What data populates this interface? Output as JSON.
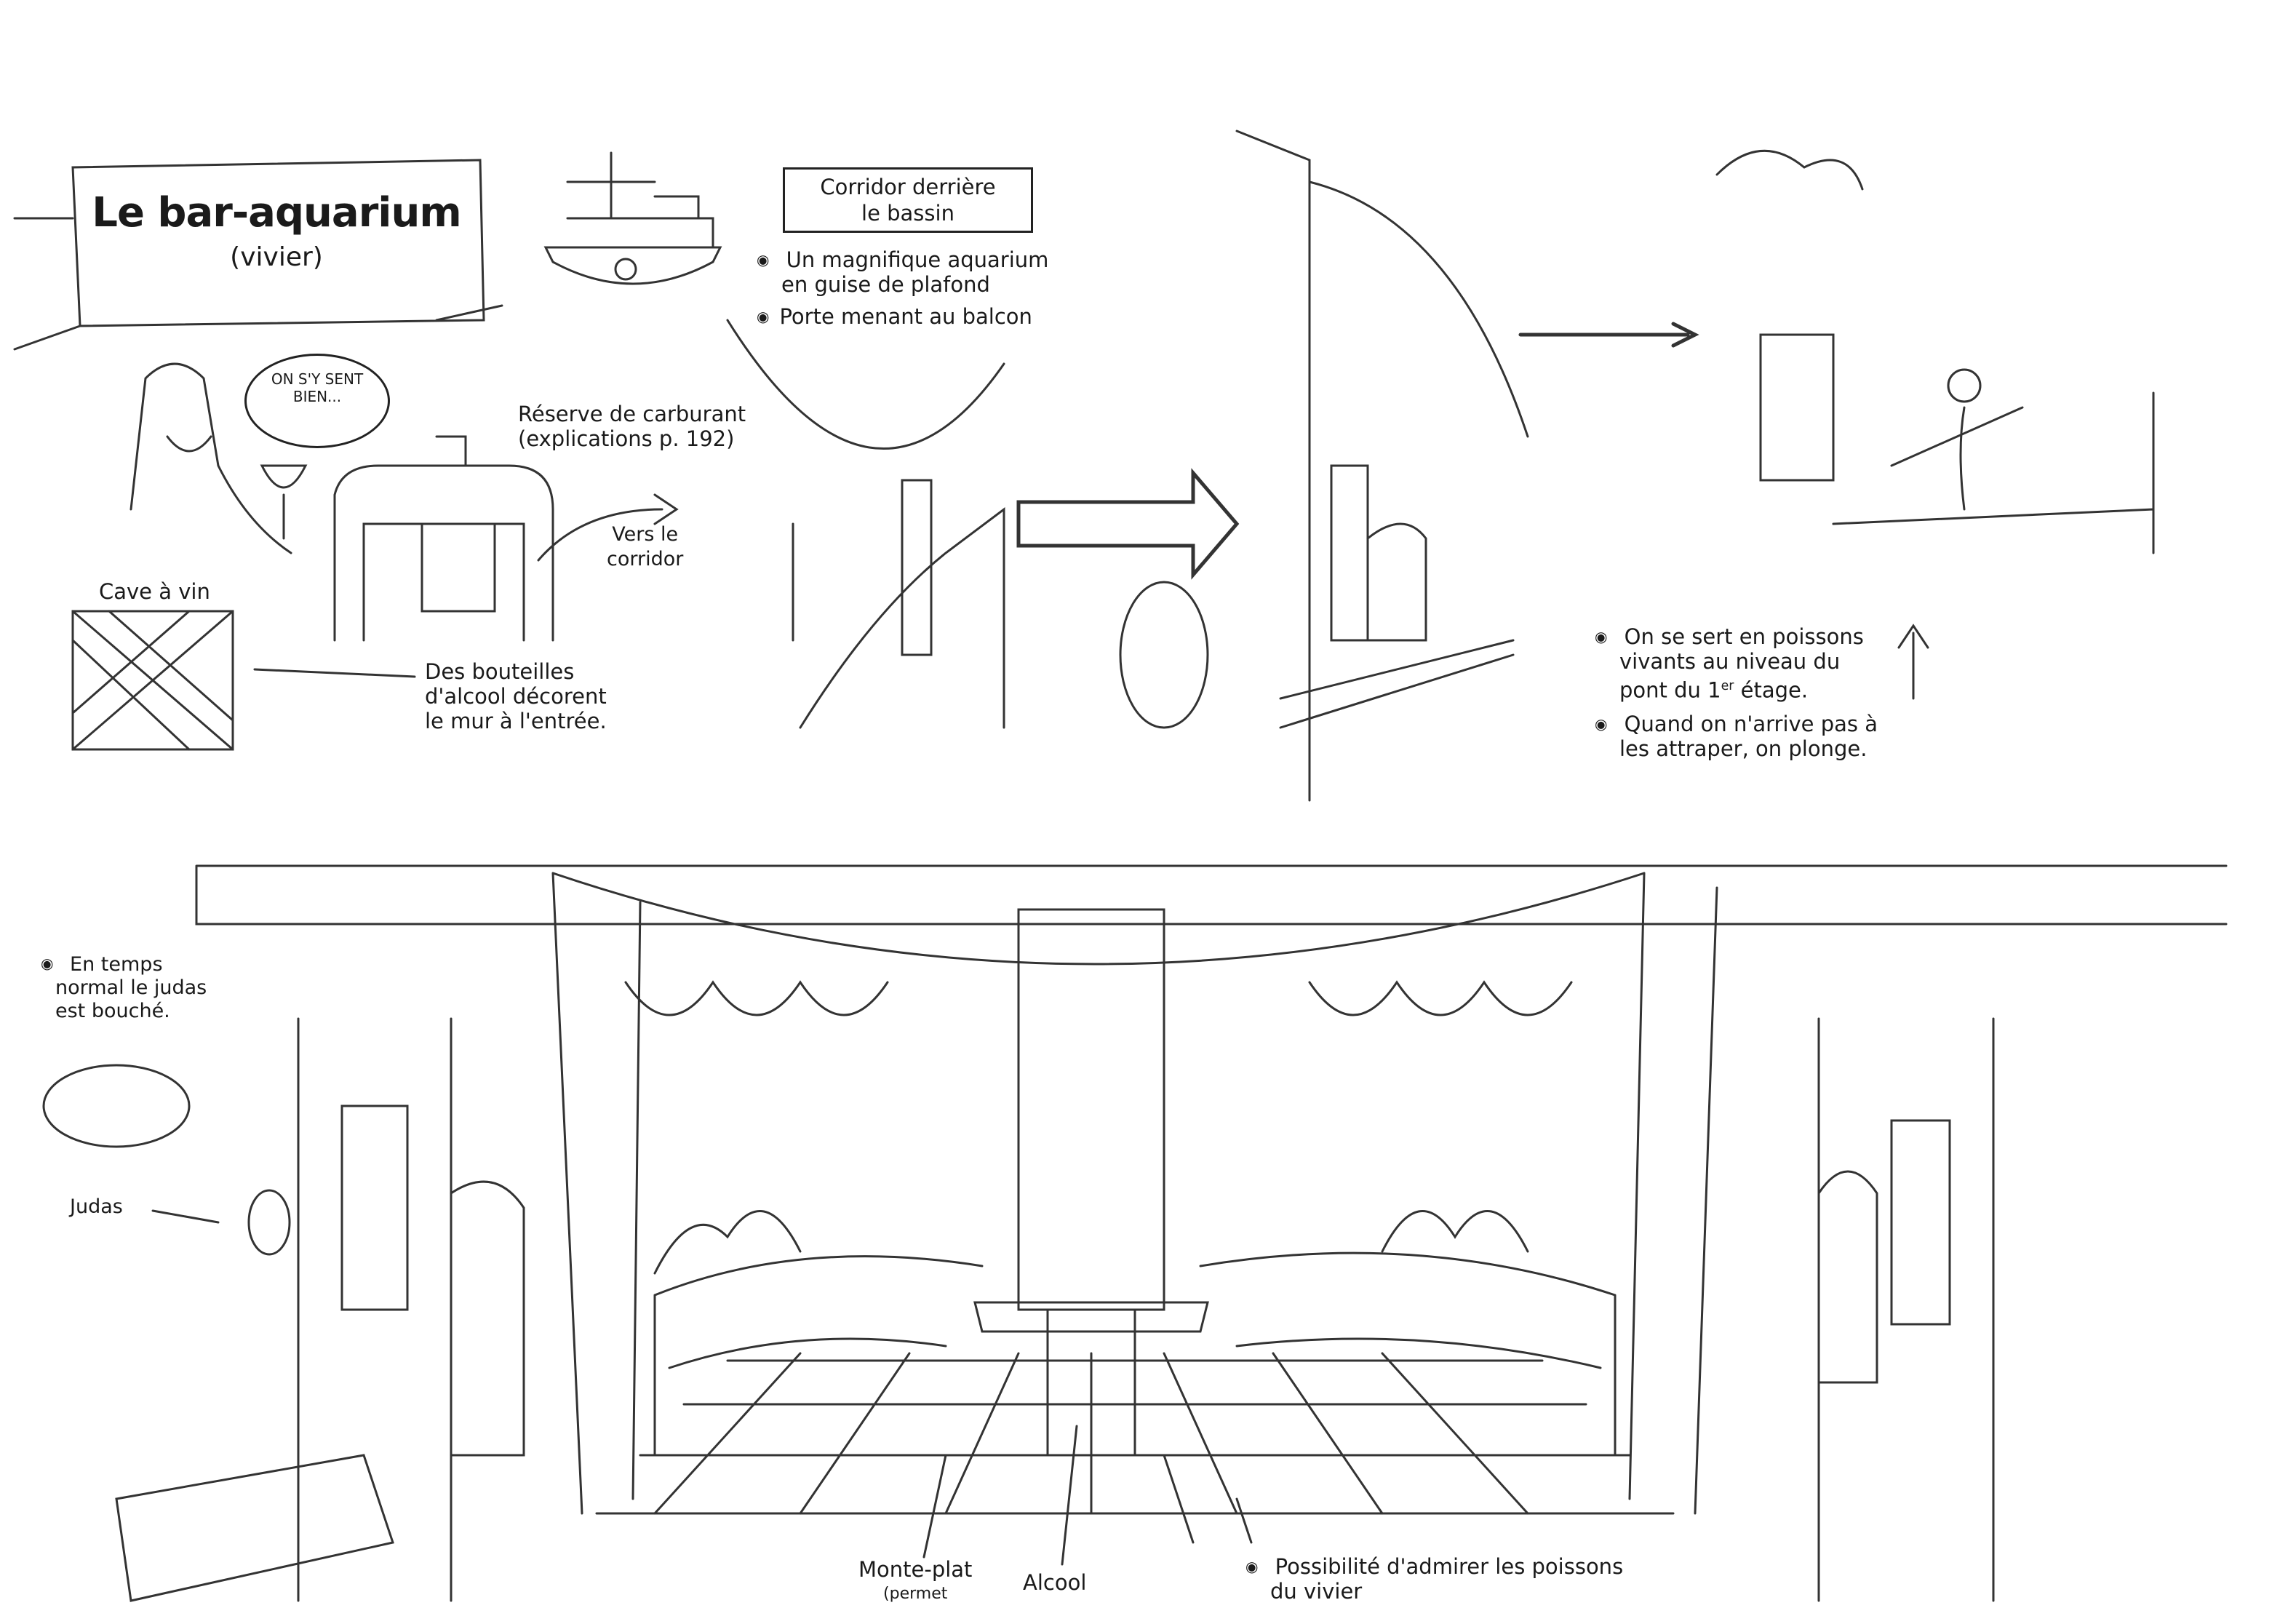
{
  "title": {
    "main": "Le bar-aquarium",
    "sub": "(vivier)"
  },
  "speech_bubble": "ON S'Y SENT BIEN...",
  "labels": {
    "fuel_reserve": [
      "Réserve de carburant",
      "(explications p. 192)"
    ],
    "to_corridor": [
      "Vers le",
      "corridor"
    ],
    "wine_cellar": "Cave à vin",
    "bottles": [
      "Des bouteilles",
      "d'alcool décorent",
      "le mur à l'entrée."
    ],
    "corridor_box": [
      "Corridor derrière",
      "le bassin"
    ],
    "aquarium_ceiling": [
      "Un magnifique aquarium",
      "en guise de plafond"
    ],
    "balcony_door": "Porte menant au balcon",
    "fish_serving": [
      "On se sert en poissons",
      "vivants au niveau du",
      "pont du 1",
      "er",
      " étage."
    ],
    "diving": [
      "Quand on n'arrive pas à",
      "les attraper, on plonge."
    ],
    "peephole_note": [
      "En temps",
      "normal le judas",
      "est bouché."
    ],
    "peephole": "Judas",
    "dumbwaiter": [
      "Monte-plat",
      "(permet"
    ],
    "alcohol": "Alcool",
    "admire_fish": [
      "Possibilité d'admirer les poissons",
      "du vivier"
    ]
  }
}
